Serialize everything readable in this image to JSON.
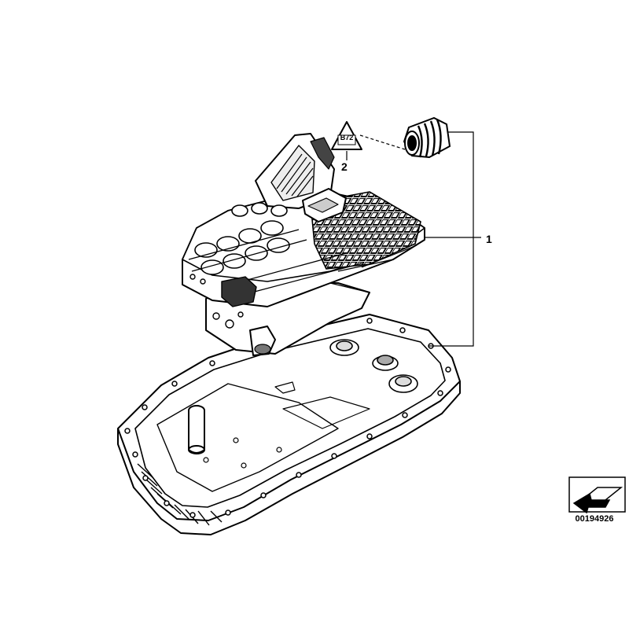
{
  "callouts": {
    "part_1": "1",
    "part_2": "2"
  },
  "warning_symbol_text": "B72",
  "reference_number": "00194926",
  "colors": {
    "line": "#000000",
    "fill": "#ffffff",
    "grid_fill": "#1a1a1a",
    "shade": "#555555"
  }
}
